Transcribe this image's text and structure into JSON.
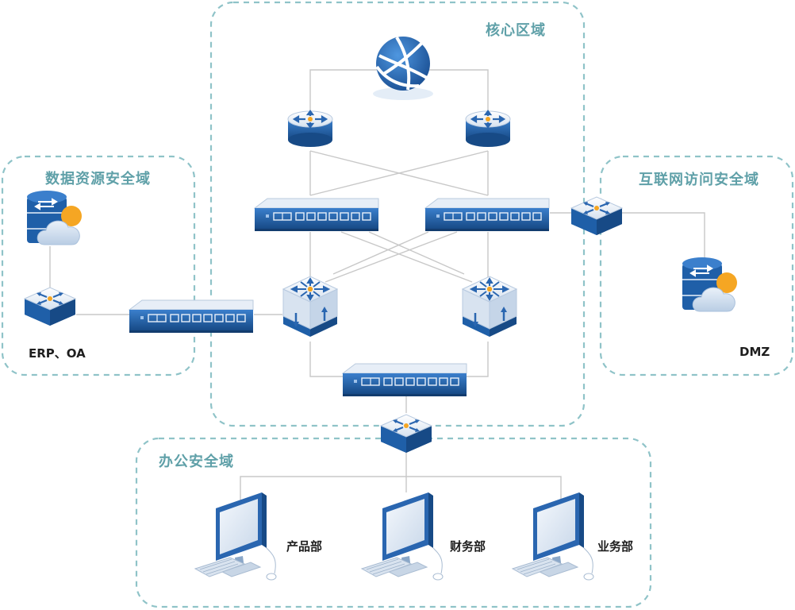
{
  "zones": {
    "core": "核心区域",
    "data": "数据资源安全域",
    "internet": "互联网访问安全域",
    "office": "办公安全域"
  },
  "labels": {
    "erp": "ERP、OA",
    "dmz": "DMZ",
    "product": "产品部",
    "finance": "财务部",
    "business": "业务部"
  },
  "colors": {
    "zone_border": "#8fc3c8",
    "zone_text": "#5fa0a8",
    "link": "#c8c8c8",
    "device_blue": "#1f5fa8",
    "device_dark": "#174a86",
    "device_light": "#dde7f3",
    "accent_orange": "#f5a623",
    "monitor_blue": "#2a66b0"
  },
  "icons": {
    "internet": "globe-icon",
    "core_router": "router-icon",
    "firewall": "firewall-appliance-icon",
    "core_switch": "layer3-switch-icon",
    "access_switch": "access-switch-icon",
    "cloud_server": "cloud-server-icon",
    "workstation": "computer-icon"
  }
}
